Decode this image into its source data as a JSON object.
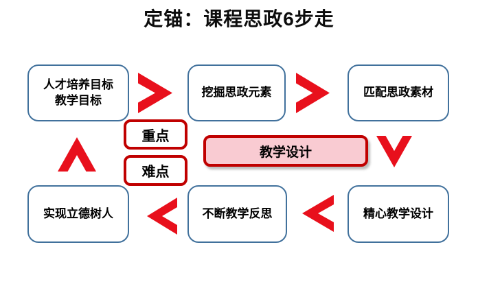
{
  "title": "定锚：课程思政6步走",
  "colors": {
    "arrow_red": "#e8101c",
    "accent_dark_red": "#c00000",
    "node_border_blue": "#41719c",
    "design_box_fill": "#f9cbd2"
  },
  "steps": {
    "step1": {
      "line1": "人才培养目标",
      "line2": "教学目标"
    },
    "step2": {
      "label": "挖掘思政元素"
    },
    "step3": {
      "label": "匹配思政素材"
    },
    "step4": {
      "label": "精心教学设计"
    },
    "step5": {
      "label": "不断教学反思"
    },
    "step6": {
      "label": "实现立德树人"
    }
  },
  "badges": {
    "key_point": "重点",
    "difficult_point": "难点"
  },
  "center_box": {
    "label": "教学设计"
  },
  "icons": {
    "chevron_right": "red-chevron-right",
    "chevron_left": "red-chevron-left",
    "chevron_up": "red-chevron-up",
    "chevron_down": "red-chevron-down"
  }
}
